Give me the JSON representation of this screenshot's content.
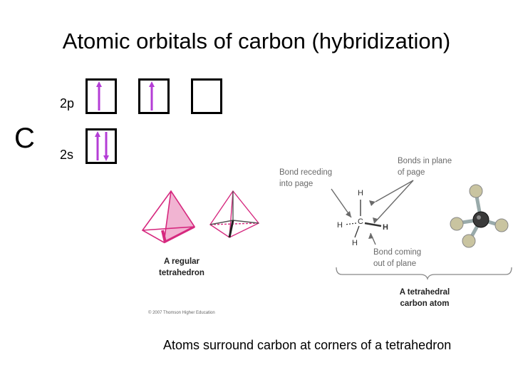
{
  "title": "Atomic orbitals of carbon (hybridization)",
  "element_symbol": "C",
  "orbitals": {
    "p_label": "2p",
    "s_label": "2s",
    "p_boxes": [
      {
        "electrons": [
          "up"
        ]
      },
      {
        "electrons": [
          "up"
        ]
      },
      {
        "electrons": []
      }
    ],
    "s_boxes": [
      {
        "electrons": [
          "up",
          "down"
        ]
      }
    ]
  },
  "colors": {
    "electron_arrow": "#b43dd6",
    "tetrahedron": "#d6297f",
    "annotation": "#6a6a6a"
  },
  "figure": {
    "tetra_caption_line1": "A regular",
    "tetra_caption_line2": "tetrahedron",
    "copyright": "© 2007 Thomson Higher Education",
    "bond_receding_1": "Bond receding",
    "bond_receding_2": "into page",
    "bonds_plane_1": "Bonds in plane",
    "bonds_plane_2": "of page",
    "bond_coming_1": "Bond coming",
    "bond_coming_2": "out of plane",
    "atom_h_top": "H",
    "atom_c": "C",
    "atom_h_left": "H",
    "atom_h_right": "H",
    "atom_h_bottom": "H",
    "tetrahedral_caption_1": "A tetrahedral",
    "tetrahedral_caption_2": "carbon atom"
  },
  "caption": "Atoms surround carbon at corners of a tetrahedron"
}
